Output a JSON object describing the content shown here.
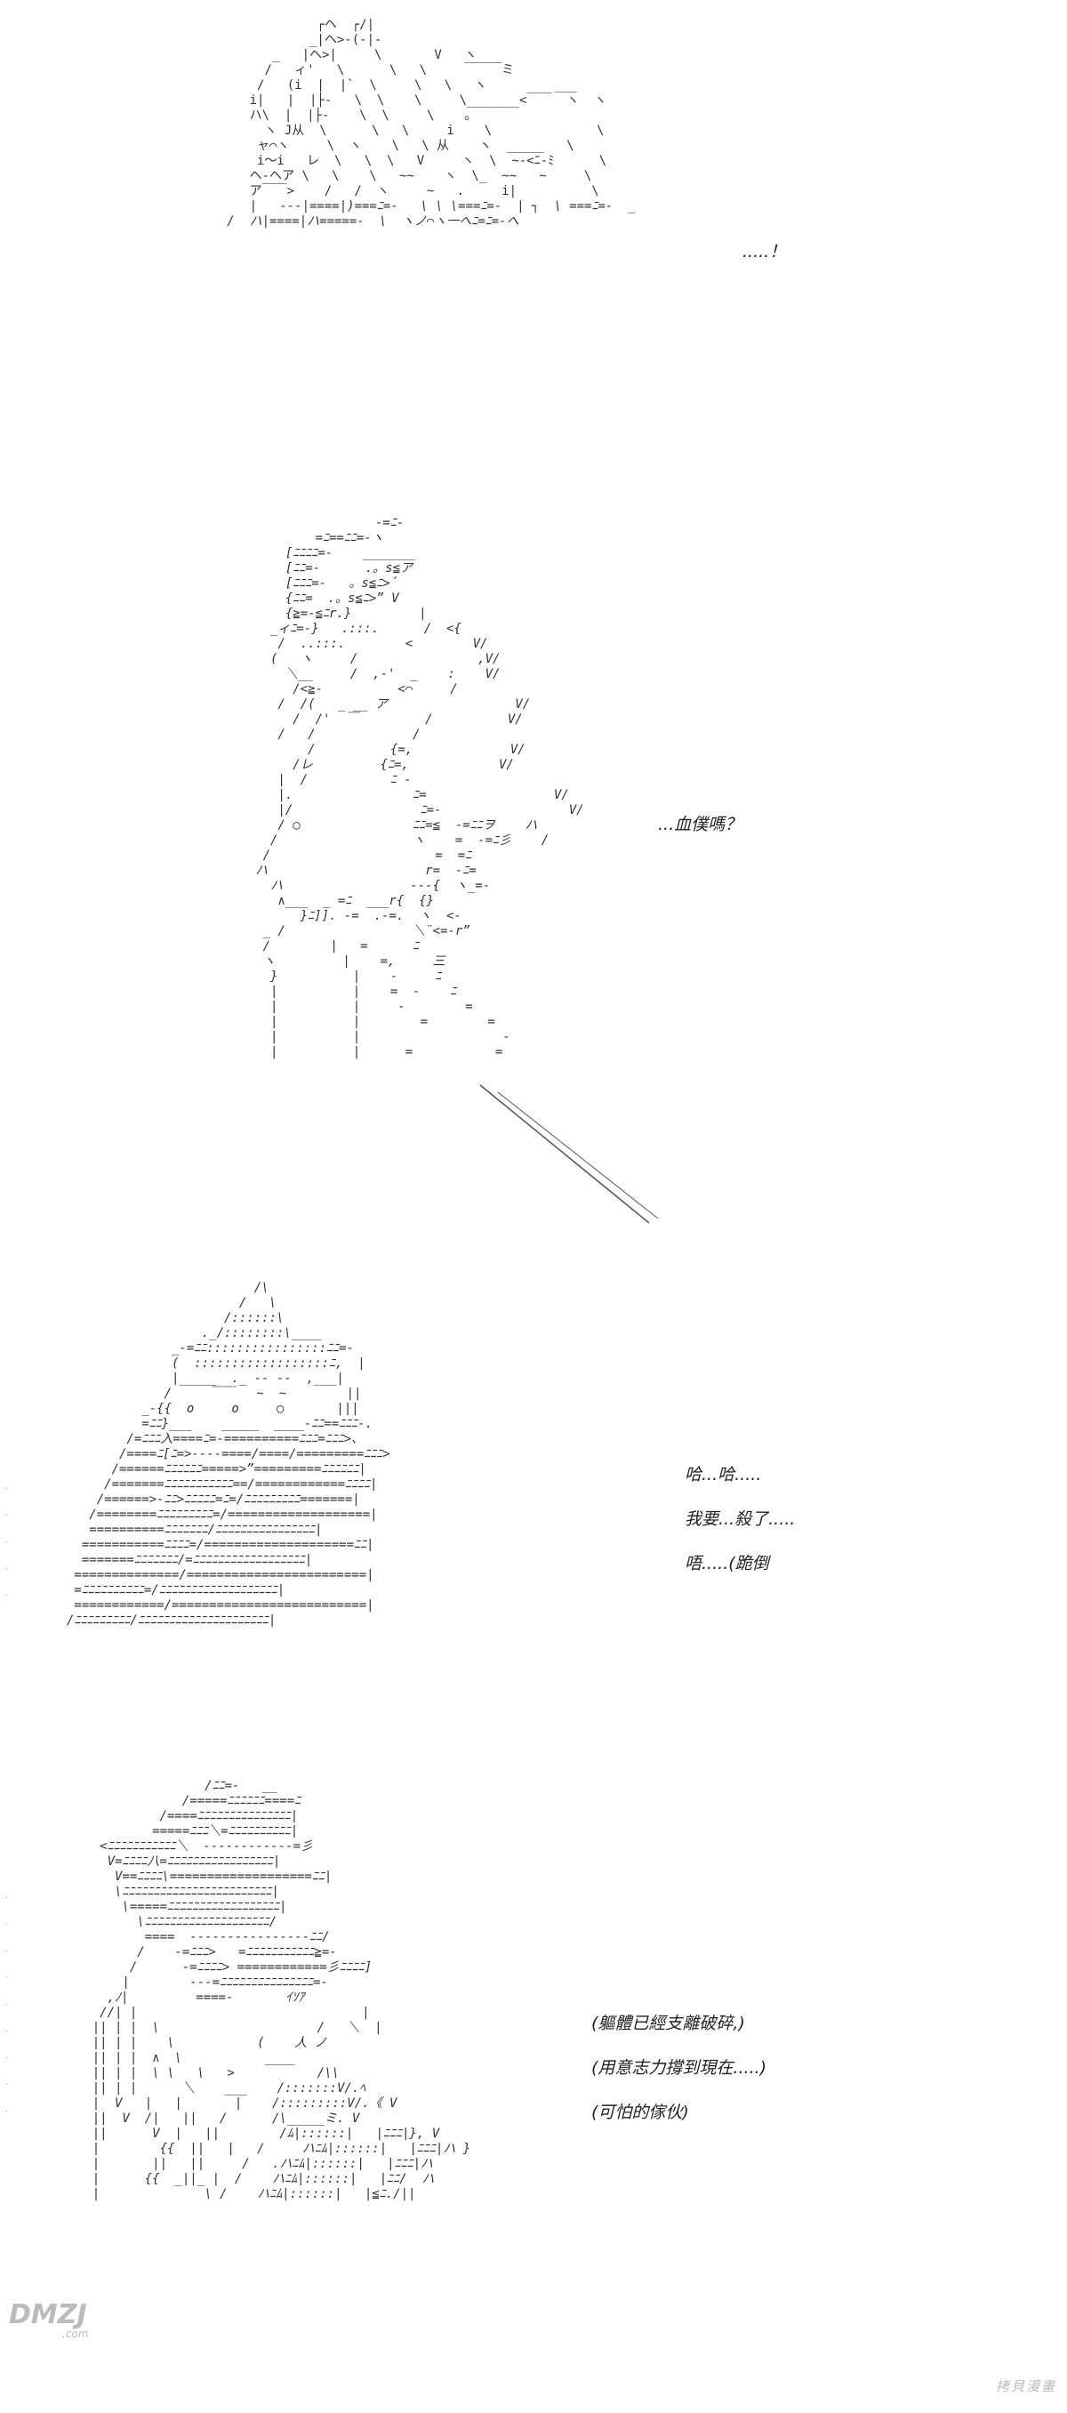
{
  "panels": [
    {
      "dialogue": [
        ".....！"
      ]
    },
    {
      "dialogue": [
        "...血僕嗎？"
      ]
    },
    {
      "dialogue": [
        "哈...哈.....",
        "我要...殺了.....",
        "唔.....(跪倒"
      ]
    },
    {
      "dialogue": [
        "(軀體已經支離破碎,)",
        "(用意志力撐到現在.....)",
        "(可怕的傢伙)"
      ]
    }
  ],
  "watermark": {
    "logo_text": "DMZJ",
    "logo_sub": ".com",
    "site": "拷貝漫畫"
  },
  "colors": {
    "ink": "#333333",
    "background": "#ffffff",
    "watermark": "#bbbbbb"
  }
}
